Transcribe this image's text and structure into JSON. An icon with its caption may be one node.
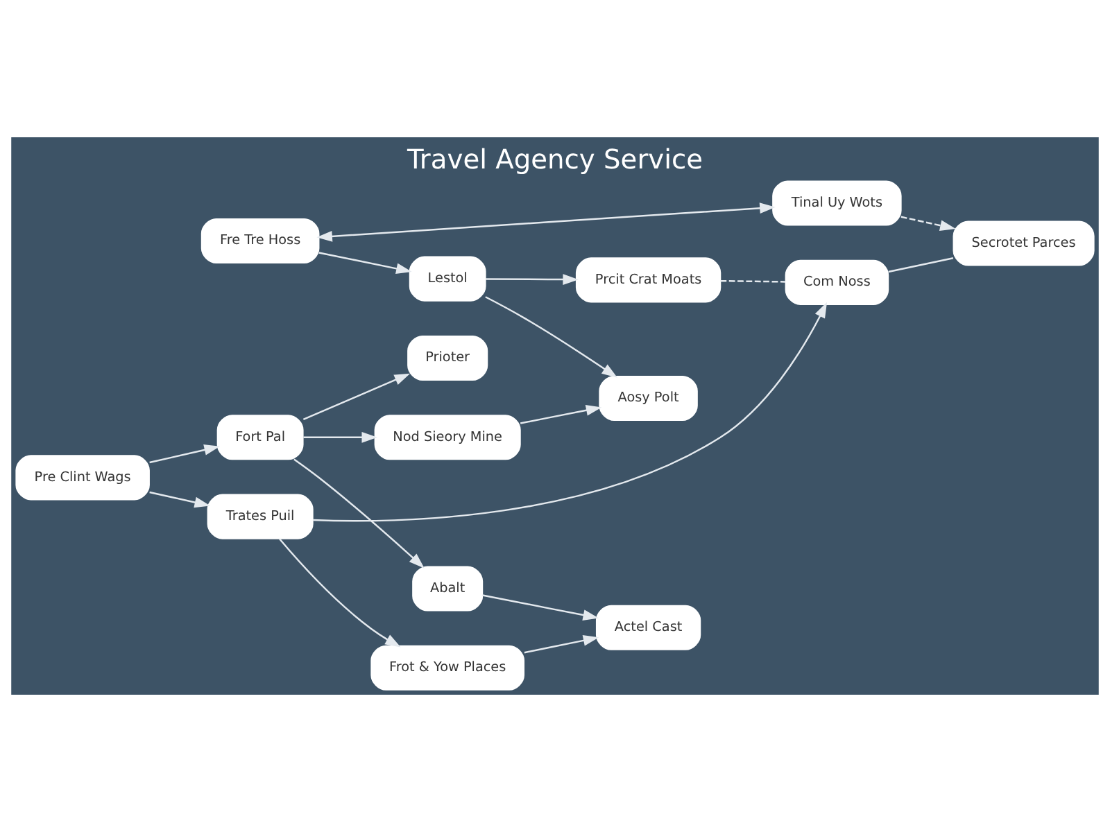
{
  "diagram": {
    "title": "Travel Agency Service",
    "nodes": [
      {
        "text": [
          "Prioter"
        ]
      },
      {
        "text": [
          "Fort Pal"
        ]
      },
      {
        "text": [
          "Nod Sieory Mine"
        ]
      },
      {
        "text": [
          "Aosy Polt"
        ]
      },
      {
        "text": [
          "Pre Clint Wags"
        ]
      },
      {
        "text": [
          "Abalt"
        ]
      },
      {
        "text": [
          "Fre Tre Hoss"
        ]
      },
      {
        "text": [
          "Lestol"
        ]
      },
      {
        "text": [
          "Trates Puil"
        ]
      },
      {
        "text": [
          "Frot & Yow Places"
        ]
      },
      {
        "text": [
          "Actel Cast"
        ]
      },
      {
        "text": [
          "Tinal Uy Wots"
        ]
      },
      {
        "text": [
          "Prcit Crat Moats"
        ]
      },
      {
        "text": [
          "Com Noss"
        ]
      },
      {
        "text": [
          "Secrotet Parces"
        ]
      }
    ],
    "edges": [
      {
        "from": 4,
        "to": 1,
        "arrow": "to"
      },
      {
        "from": 4,
        "to": 8,
        "arrow": "to"
      },
      {
        "from": 1,
        "to": 0,
        "arrow": "to"
      },
      {
        "from": 1,
        "to": 2,
        "arrow": "to"
      },
      {
        "from": 1,
        "to": 5,
        "arrow": "to"
      },
      {
        "from": 5,
        "to": 10,
        "arrow": "to"
      },
      {
        "from": 2,
        "to": 3,
        "arrow": "to"
      },
      {
        "from": 6,
        "to": 7,
        "arrow": "to"
      },
      {
        "from": 7,
        "to": 3,
        "arrow": "to"
      },
      {
        "from": 7,
        "to": 12,
        "arrow": "to"
      },
      {
        "from": 6,
        "to": 11,
        "arrow": "both"
      },
      {
        "from": 8,
        "to": 9,
        "arrow": "to"
      },
      {
        "from": 9,
        "to": 10,
        "arrow": "to"
      },
      {
        "from": 8,
        "to": 13,
        "arrow": "to"
      },
      {
        "from": 11,
        "to": 14,
        "arrow": "to",
        "style": "dashed"
      },
      {
        "from": 12,
        "to": 13,
        "arrow": "none",
        "style": "dashed"
      },
      {
        "from": 13,
        "to": 14,
        "arrow": "none"
      }
    ]
  }
}
